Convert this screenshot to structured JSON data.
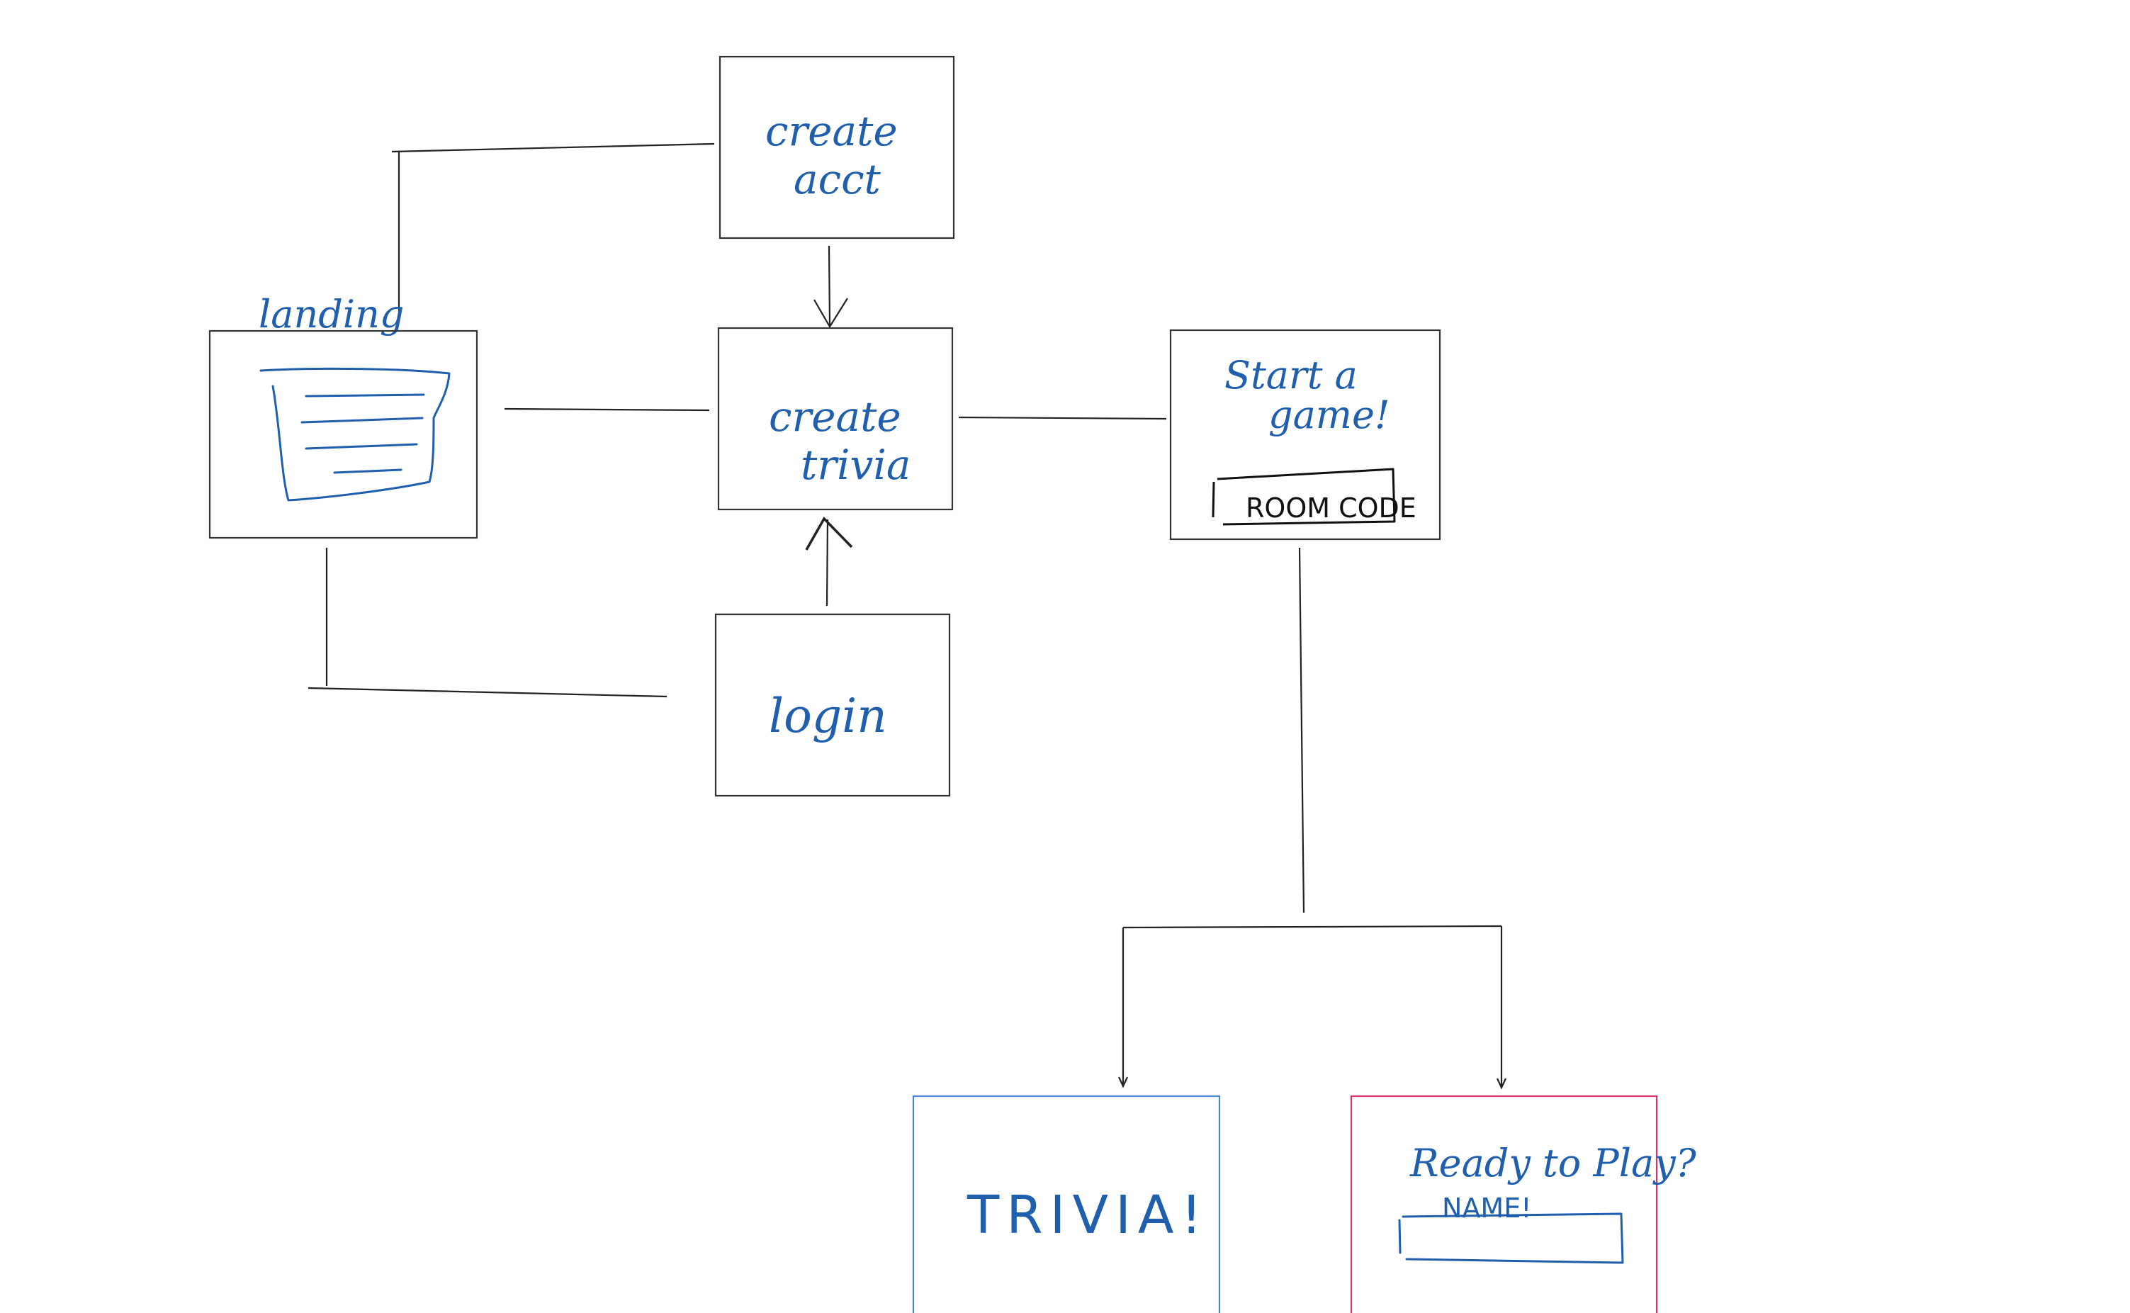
{
  "diagram": {
    "nodes": {
      "create_acct": {
        "line1": "create",
        "line2": "acct"
      },
      "landing": {
        "label": "landing"
      },
      "create_trivia": {
        "line1": "create",
        "line2": "trivia"
      },
      "login": {
        "label": "login"
      },
      "start_game": {
        "line1": "Start a",
        "line2": "game!",
        "room_code": "ROOM CODE"
      },
      "trivia": {
        "label": "TRIVIA!"
      },
      "ready": {
        "label": "Ready to Play?",
        "name_field": "NAME!"
      }
    },
    "colors": {
      "ink": "#1f5fae",
      "box_stroke": "#333333",
      "trivia_border": "#4a86d4",
      "ready_border": "#d9336e"
    }
  }
}
